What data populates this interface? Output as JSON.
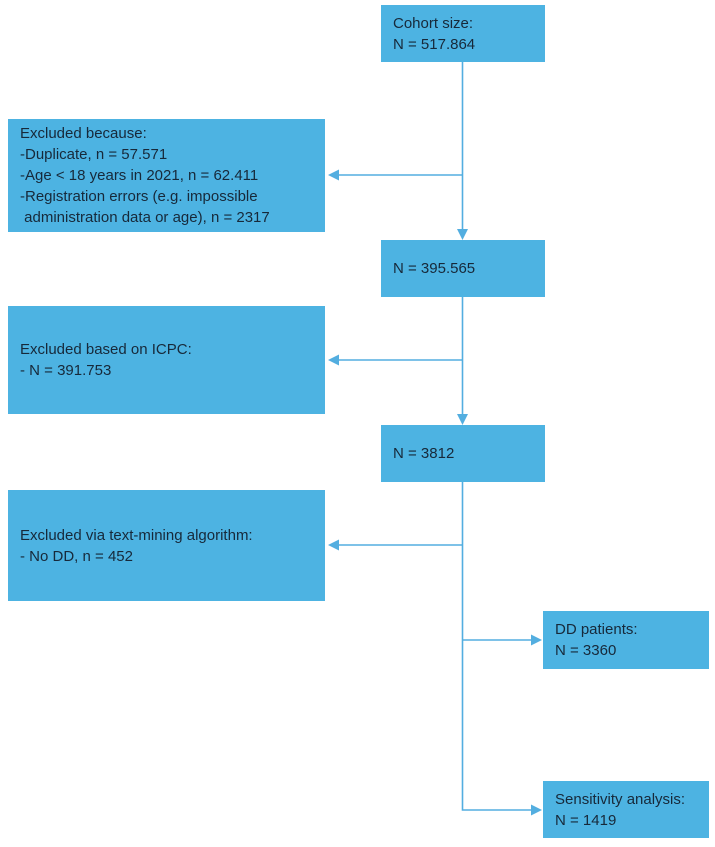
{
  "diagram": {
    "type": "flowchart",
    "colors": {
      "box_fill": "#4DB3E2",
      "connector": "#53AEE0",
      "text": "#17293A",
      "background": "#FFFFFF"
    },
    "boxes": {
      "cohort": {
        "text": "Cohort size:\nN = 517.864"
      },
      "excluded_initial": {
        "text": "Excluded because:\n-Duplicate, n = 57.571\n-Age < 18 years in 2021, n = 62.411\n-Registration errors (e.g. impossible\n administration data or age), n = 2317"
      },
      "after_initial": {
        "text": "N = 395.565"
      },
      "excluded_icpc": {
        "text": "Excluded based on ICPC:\n- N = 391.753"
      },
      "after_icpc": {
        "text": "N = 3812"
      },
      "excluded_textmining": {
        "text": "Excluded via text-mining algorithm:\n- No DD, n = 452"
      },
      "dd_patients": {
        "text": "DD patients:\nN = 3360"
      },
      "sensitivity": {
        "text": "Sensitivity analysis:\nN = 1419"
      }
    }
  }
}
